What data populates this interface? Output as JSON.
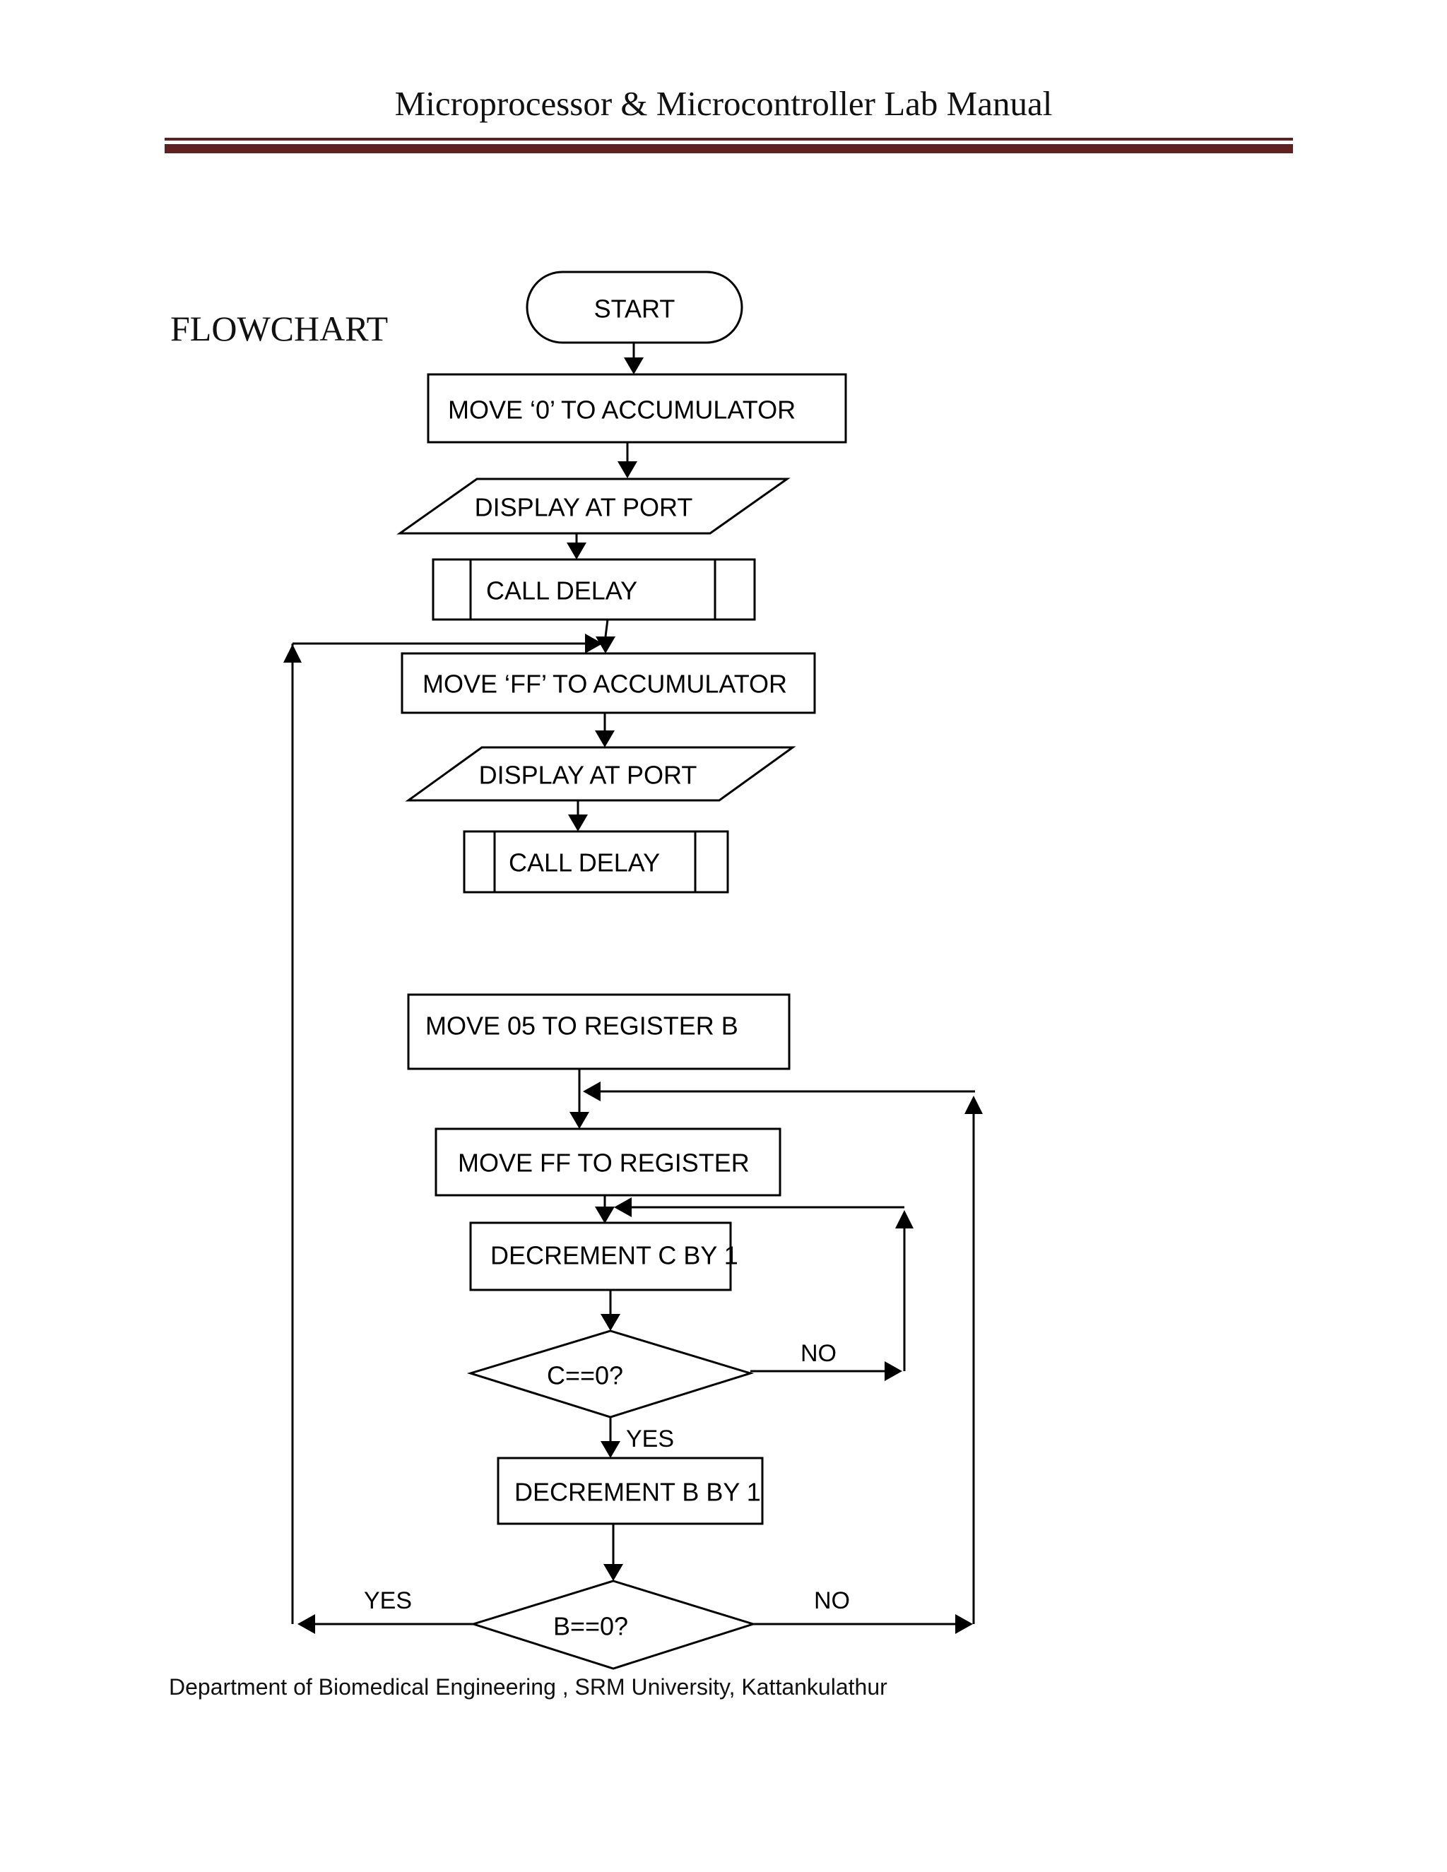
{
  "page": {
    "title": "Microprocessor & Microcontroller Lab Manual",
    "section_heading": "FLOWCHART",
    "footer": "Department of Biomedical Engineering , SRM University, Kattankulathur"
  },
  "colors": {
    "rule_accent": "#5f2220",
    "line": "#000000",
    "background": "#ffffff"
  },
  "flowchart": {
    "nodes": {
      "start": {
        "type": "terminator",
        "label": "START"
      },
      "move0": {
        "type": "process",
        "label": "MOVE ‘0’ TO ACCUMULATOR"
      },
      "display1": {
        "type": "input-output",
        "label": "DISPLAY AT PORT"
      },
      "delay1": {
        "type": "predefined-process",
        "label": "CALL DELAY"
      },
      "moveff_acc": {
        "type": "process",
        "label": "MOVE ‘FF’ TO ACCUMULATOR"
      },
      "display2": {
        "type": "input-output",
        "label": "DISPLAY AT PORT"
      },
      "delay2": {
        "type": "predefined-process",
        "label": "CALL DELAY"
      },
      "move05": {
        "type": "process",
        "label": "MOVE 05 TO REGISTER B"
      },
      "moveff_reg": {
        "type": "process",
        "label": "MOVE FF TO REGISTER"
      },
      "dec_c": {
        "type": "process",
        "label": "DECREMENT C BY 1"
      },
      "c_check": {
        "type": "decision",
        "label": "C==0?"
      },
      "dec_b": {
        "type": "process",
        "label": "DECREMENT B BY 1"
      },
      "b_check": {
        "type": "decision",
        "label": "B==0?"
      }
    },
    "edge_labels": {
      "c_no": "NO",
      "c_yes": "YES",
      "b_yes": "YES",
      "b_no": "NO"
    },
    "edges": [
      {
        "from": "start",
        "to": "move0"
      },
      {
        "from": "move0",
        "to": "display1"
      },
      {
        "from": "display1",
        "to": "delay1"
      },
      {
        "from": "delay1",
        "to": "moveff_acc"
      },
      {
        "from": "moveff_acc",
        "to": "display2"
      },
      {
        "from": "display2",
        "to": "delay2"
      },
      {
        "from": "move05",
        "to": "moveff_reg"
      },
      {
        "from": "moveff_reg",
        "to": "dec_c"
      },
      {
        "from": "dec_c",
        "to": "c_check"
      },
      {
        "from": "c_check",
        "to": "dec_c",
        "label": "NO"
      },
      {
        "from": "c_check",
        "to": "dec_b",
        "label": "YES"
      },
      {
        "from": "dec_b",
        "to": "b_check"
      },
      {
        "from": "b_check",
        "to": "moveff_reg",
        "label": "NO"
      },
      {
        "from": "b_check",
        "to": "moveff_acc",
        "label": "YES"
      }
    ]
  }
}
